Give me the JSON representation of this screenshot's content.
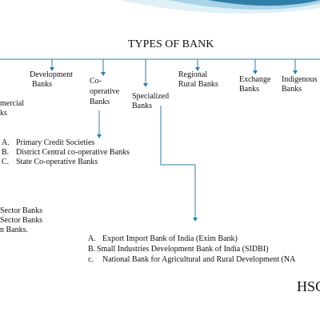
{
  "title": "TYPES OF BANK",
  "branches": [
    {
      "key": "commercial",
      "lines": [
        "mercial",
        "ks"
      ]
    },
    {
      "key": "development",
      "lines": [
        "Development",
        "Banks"
      ]
    },
    {
      "key": "cooperative",
      "lines": [
        "Co-",
        "operative",
        "Banks"
      ]
    },
    {
      "key": "specialized",
      "lines": [
        "Specialized",
        "Banks"
      ]
    },
    {
      "key": "regional",
      "lines": [
        "Regional",
        "Rural Banks"
      ]
    },
    {
      "key": "exchange",
      "lines": [
        "Exchange",
        "Banks"
      ]
    },
    {
      "key": "indigenous",
      "lines": [
        "Indigenous",
        "Banks"
      ]
    }
  ],
  "cooperative_list": [
    {
      "marker": "A.",
      "text": "Primary Credit Societies"
    },
    {
      "marker": "B.",
      "text": "District Central  co-operative Banks"
    },
    {
      "marker": "C.",
      "text": "State Co-operative Banks"
    }
  ],
  "commercial_list": [
    "Sector Banks",
    "Sector Banks",
    "n Banks."
  ],
  "specialized_list": [
    {
      "marker": "A.",
      "text": "Export Import Bank   of India (Exim Bank)"
    },
    {
      "marker": "B.",
      "text": "Small Industries  Development Bank of India (SIDBI)"
    },
    {
      "marker": "c.",
      "text": "National Bank for Agricultural and   Rural Development (NA"
    }
  ],
  "watermark": "HSC",
  "colors": {
    "accent": "#2f7fa8",
    "accent_light": "#a9d3e6",
    "text": "#111111",
    "line": "#2f7fa8"
  }
}
